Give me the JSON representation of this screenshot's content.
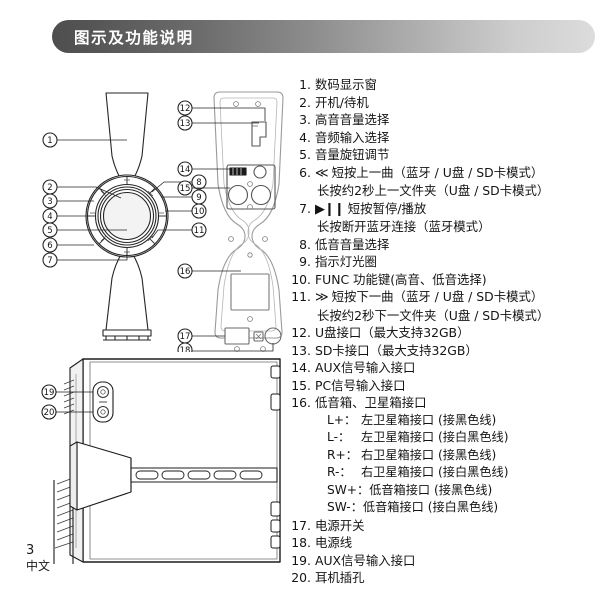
{
  "header": {
    "title": "图示及功能说明"
  },
  "footer": {
    "page_number": "3",
    "language": "中文"
  },
  "figures": {
    "front_view_callouts": [
      "1",
      "2",
      "3",
      "4",
      "5",
      "6",
      "7",
      "8",
      "9",
      "10",
      "11"
    ],
    "rear_view_callouts": [
      "12",
      "13",
      "14",
      "15",
      "16",
      "17",
      "18"
    ],
    "side_view_callouts": [
      "19",
      "20"
    ]
  },
  "legend": {
    "items": [
      {
        "num": "1.",
        "symbol": "",
        "text": "数码显示窗",
        "cont": ""
      },
      {
        "num": "2.",
        "symbol": "",
        "text": "开机/待机",
        "cont": ""
      },
      {
        "num": "3.",
        "symbol": "",
        "text": "高音音量选择",
        "cont": ""
      },
      {
        "num": "4.",
        "symbol": "",
        "text": "音频输入选择",
        "cont": ""
      },
      {
        "num": "5.",
        "symbol": "",
        "text": "音量旋钮调节",
        "cont": ""
      },
      {
        "num": "6.",
        "symbol": "≪",
        "text": "短按上一曲（蓝牙 / U盘 / SD卡模式）",
        "cont": "长按约2秒上一文件夹（U盘 / SD卡模式）"
      },
      {
        "num": "7.",
        "symbol": "▶❙❙",
        "text": "短按暂停/播放",
        "cont": "长按断开蓝牙连接（蓝牙模式）"
      },
      {
        "num": "8.",
        "symbol": "",
        "text": "低音音量选择",
        "cont": ""
      },
      {
        "num": "9.",
        "symbol": "",
        "text": "指示灯光圈",
        "cont": ""
      },
      {
        "num": "10.",
        "symbol": "",
        "text": "FUNC 功能键(高音、低音选择)",
        "cont": ""
      },
      {
        "num": "11.",
        "symbol": "≫",
        "text": "短按下一曲（蓝牙 / U盘 / SD卡模式）",
        "cont": "长按约2秒下一文件夹（U盘 / SD卡模式）"
      },
      {
        "num": "12.",
        "symbol": "",
        "text": "U盘接口（最大支持32GB）",
        "cont": ""
      },
      {
        "num": "13.",
        "symbol": "",
        "text": "SD卡接口（最大支持32GB）",
        "cont": ""
      },
      {
        "num": "14.",
        "symbol": "",
        "text": "AUX信号输入接口",
        "cont": ""
      },
      {
        "num": "15.",
        "symbol": "",
        "text": "PC信号输入接口",
        "cont": ""
      },
      {
        "num": "16.",
        "symbol": "",
        "text": "低音箱、卫星箱接口",
        "cont": ""
      }
    ],
    "sub_items": [
      {
        "key": "L+：",
        "text": "左卫星箱接口 (接黑色线)"
      },
      {
        "key": "L-：",
        "text": "左卫星箱接口 (接白黑色线)"
      },
      {
        "key": "R+：",
        "text": "右卫星箱接口 (接黑色线)"
      },
      {
        "key": "R-：",
        "text": "右卫星箱接口 (接白黑色线)"
      },
      {
        "key": "SW+：",
        "text": "低音箱接口 (接黑色线)"
      },
      {
        "key": "SW-：",
        "text": "低音箱接口 (接白黑色线)"
      }
    ],
    "items_tail": [
      {
        "num": "17.",
        "symbol": "",
        "text": "电源开关",
        "cont": ""
      },
      {
        "num": "18.",
        "symbol": "",
        "text": "电源线",
        "cont": ""
      },
      {
        "num": "19.",
        "symbol": "",
        "text": "AUX信号输入接口",
        "cont": ""
      },
      {
        "num": "20.",
        "symbol": "",
        "text": "耳机插孔",
        "cont": ""
      }
    ]
  },
  "colors": {
    "header_dark": "#4e4e4e",
    "header_light": "#dcdcdc",
    "line": "#262626",
    "text": "#141414"
  }
}
